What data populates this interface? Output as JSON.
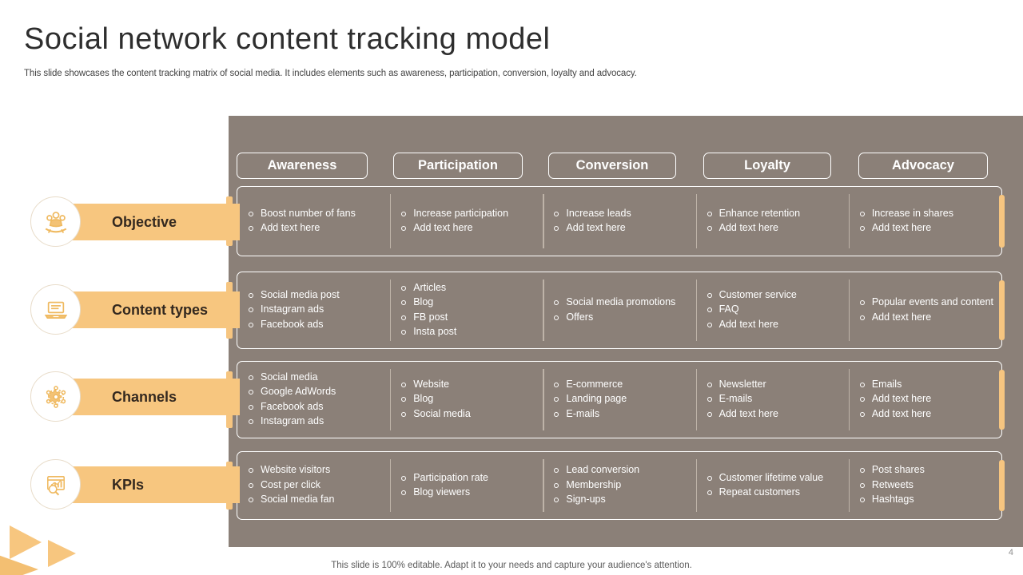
{
  "slide": {
    "title": "Social network content tracking model",
    "subtitle": "This slide showcases the content tracking matrix of social media. It includes elements such as awareness, participation, conversion, loyalty and advocacy.",
    "footer_note": "This slide is 100% editable. Adapt it to your needs and capture your audience's attention.",
    "page_number": "4"
  },
  "colors": {
    "panel_background": "#8b8078",
    "accent_orange": "#f7c67f",
    "chip_border": "#ffffff",
    "text_on_panel": "#ffffff",
    "label_text": "#33281f",
    "title_text": "#2e2e2e"
  },
  "columns": [
    {
      "label": "Awareness"
    },
    {
      "label": "Participation"
    },
    {
      "label": "Conversion"
    },
    {
      "label": "Loyalty"
    },
    {
      "label": "Advocacy"
    }
  ],
  "rows": [
    {
      "label": "Objective",
      "icon": "people-group-icon",
      "cells": [
        [
          "Boost number of fans",
          "Add text here"
        ],
        [
          "Increase participation",
          "Add text here"
        ],
        [
          "Increase leads",
          "Add text here"
        ],
        [
          "Enhance retention",
          "Add text here"
        ],
        [
          "Increase in shares",
          "Add text here"
        ]
      ]
    },
    {
      "label": "Content types",
      "icon": "laptop-icon",
      "cells": [
        [
          "Social media post",
          "Instagram ads",
          "Facebook ads"
        ],
        [
          "Articles",
          "Blog",
          "FB post",
          "Insta post"
        ],
        [
          "Social media promotions",
          "Offers"
        ],
        [
          "Customer service",
          "FAQ",
          "Add text here"
        ],
        [
          "Popular events and content",
          "Add text here"
        ]
      ]
    },
    {
      "label": "Channels",
      "icon": "gear-network-icon",
      "cells": [
        [
          "Social media",
          "Google AdWords",
          "Facebook ads",
          "Instagram ads"
        ],
        [
          "Website",
          "Blog",
          "Social media"
        ],
        [
          "E-commerce",
          "Landing page",
          "E-mails"
        ],
        [
          "Newsletter",
          "E-mails",
          "Add text here"
        ],
        [
          "Emails",
          "Add text here",
          "Add text here"
        ]
      ]
    },
    {
      "label": "KPIs",
      "icon": "chart-magnifier-icon",
      "cells": [
        [
          "Website visitors",
          "Cost per click",
          "Social media fan"
        ],
        [
          "Participation rate",
          "Blog viewers"
        ],
        [
          "Lead conversion",
          "Membership",
          "Sign-ups"
        ],
        [
          "Customer lifetime value",
          "Repeat customers"
        ],
        [
          "Post shares",
          "Retweets",
          "Hashtags"
        ]
      ]
    }
  ]
}
